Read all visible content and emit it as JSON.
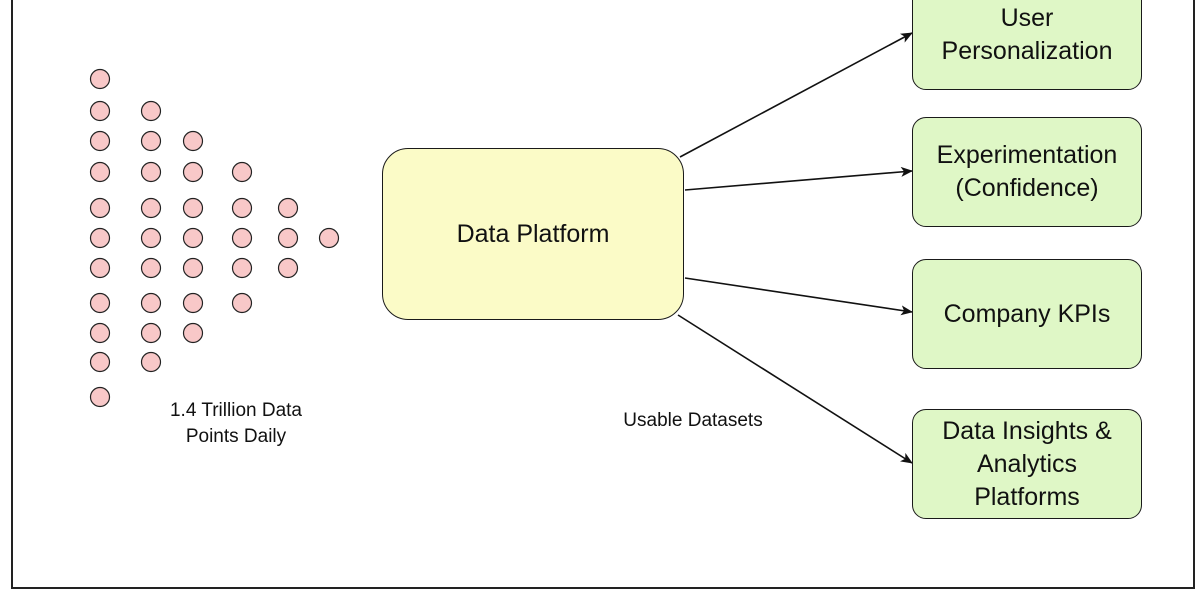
{
  "source": {
    "caption": "1.4 Trillion Data\nPoints Daily",
    "dot_color": "#f8c8c8"
  },
  "platform": {
    "label": "Data Platform",
    "color": "#fbfbc7"
  },
  "edge_label": "Usable Datasets",
  "targets": [
    {
      "label": "User\nPersonalization"
    },
    {
      "label": "Experimentation\n(Confidence)"
    },
    {
      "label": "Company KPIs"
    },
    {
      "label": "Data Insights &\nAnalytics\nPlatforms"
    }
  ],
  "target_color": "#dff7c6"
}
